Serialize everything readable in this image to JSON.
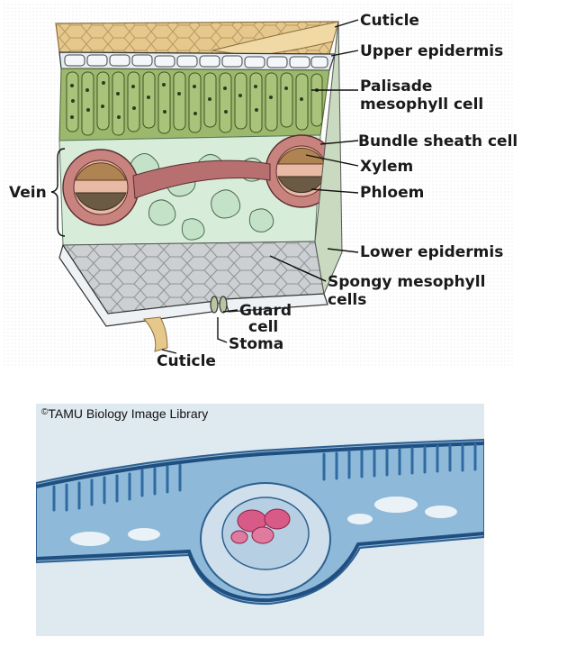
{
  "labels": {
    "cuticle_top": "Cuticle",
    "upper_epidermis": "Upper epidermis",
    "palisade_line1": "Palisade",
    "palisade_line2": "mesophyll cell",
    "bundle_sheath": "Bundle sheath cell",
    "xylem": "Xylem",
    "phloem": "Phloem",
    "vein": "Vein",
    "lower_epidermis": "Lower epidermis",
    "spongy_line1": "Spongy mesophyll",
    "spongy_line2": "cells",
    "guard_line1": "Guard",
    "guard_line2": "cell",
    "stoma": "Stoma",
    "cuticle_bottom": "Cuticle"
  },
  "micrograph": {
    "credit": "TAMU Biology Image Library",
    "copyright_symbol": "©"
  },
  "colors": {
    "cuticle": "#e9c98a",
    "epidermis": "#dfe6ee",
    "palisade": "#8aa85c",
    "spongy": "#cfe8d2",
    "bundle_sheath": "#c87b7b",
    "xylem": "#b08452",
    "phloem": "#6b5a44",
    "micro_bg": "#dde8ef",
    "micro_tissue": "#3f7fb5",
    "micro_xylem": "#c0406a"
  }
}
